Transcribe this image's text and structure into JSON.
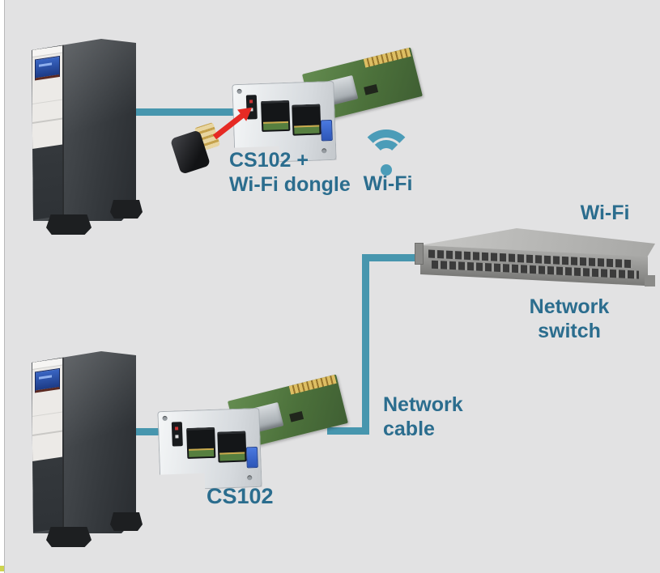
{
  "diagram": {
    "labels": {
      "card_top_line1": "CS102 +",
      "card_top_line2": "Wi-Fi dongle",
      "wifi_top": "Wi-Fi",
      "wifi_switch": "Wi-Fi",
      "switch_line1": "Network",
      "switch_line2": "switch",
      "cable_line1": "Network",
      "cable_line2": "cable",
      "card_bottom": "CS102"
    },
    "colors": {
      "bg": "#e2e2e3",
      "label": "#2b6d8e",
      "wifi": "#4b9cb8",
      "cable": "#4796ae",
      "arrow": "#e62a24"
    },
    "icons": [
      "wifi-icon",
      "arrow-icon"
    ]
  }
}
